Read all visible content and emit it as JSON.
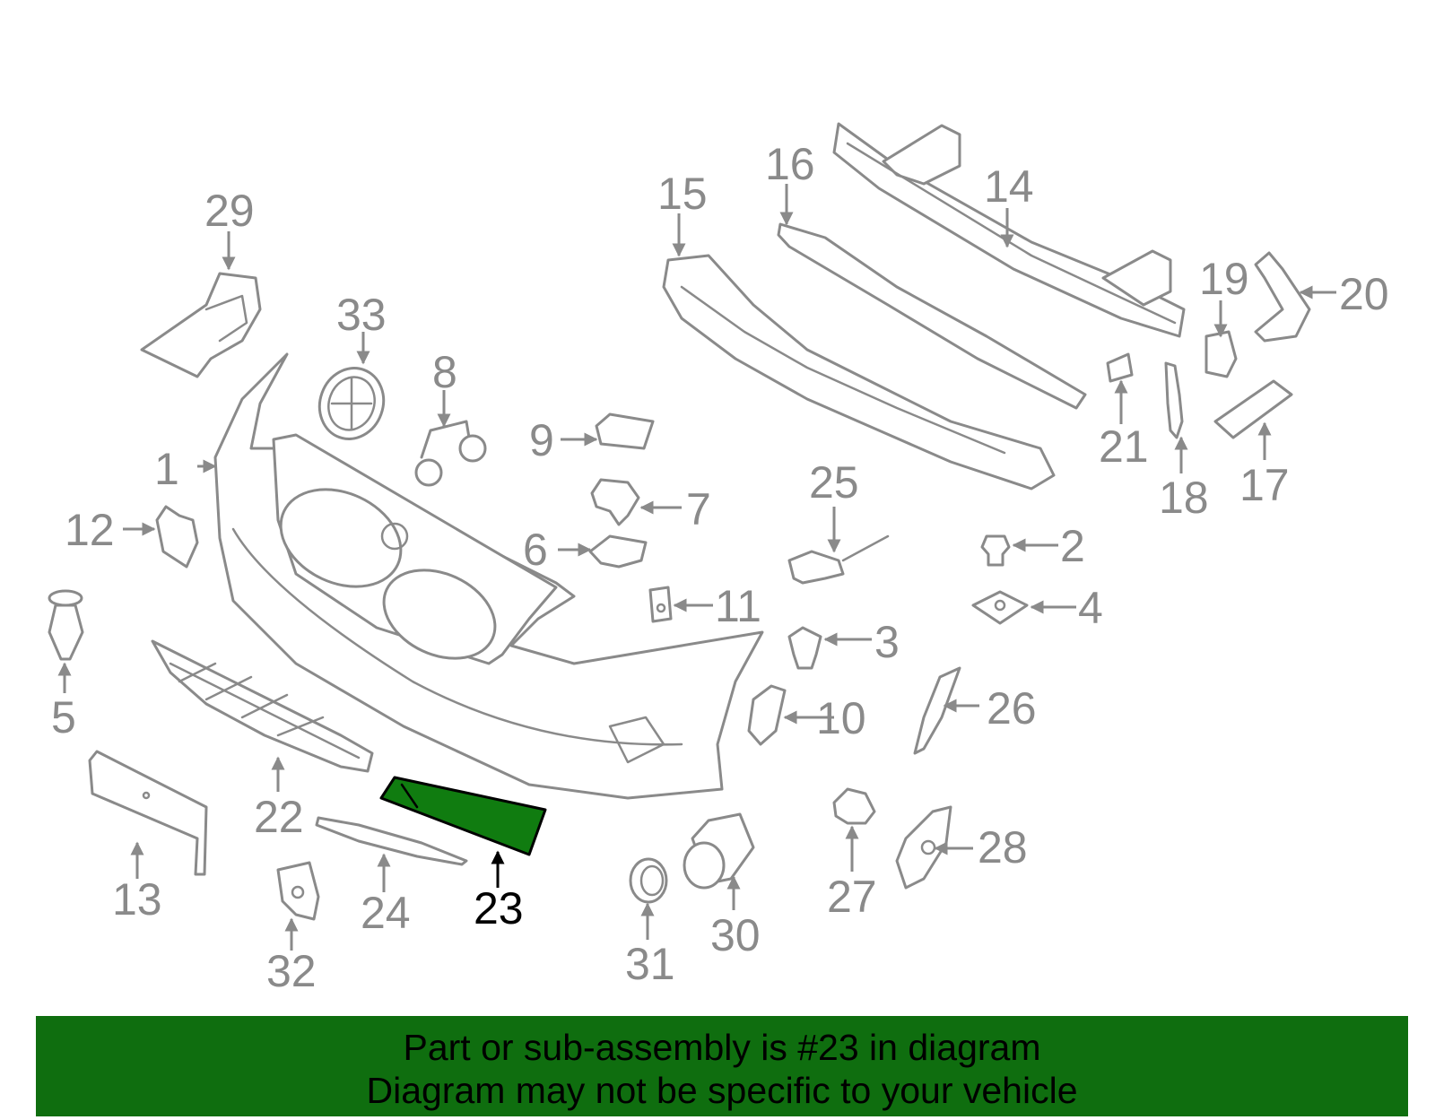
{
  "labels": {
    "p1": "1",
    "p2": "2",
    "p3": "3",
    "p4": "4",
    "p5": "5",
    "p6": "6",
    "p7": "7",
    "p8": "8",
    "p9": "9",
    "p10": "10",
    "p11": "11",
    "p12": "12",
    "p13": "13",
    "p14": "14",
    "p15": "15",
    "p16": "16",
    "p17": "17",
    "p18": "18",
    "p19": "19",
    "p20": "20",
    "p21": "21",
    "p22": "22",
    "p23": "23",
    "p24": "24",
    "p25": "25",
    "p26": "26",
    "p27": "27",
    "p28": "28",
    "p29": "29",
    "p30": "30",
    "p31": "31",
    "p32": "32",
    "p33": "33"
  },
  "highlight": {
    "part": "23",
    "color": "#107c10"
  },
  "banner": {
    "line1": "Part or sub-assembly is #23 in diagram",
    "line2": "Diagram may not be specific to your vehicle",
    "background": "#0f6e0f"
  }
}
